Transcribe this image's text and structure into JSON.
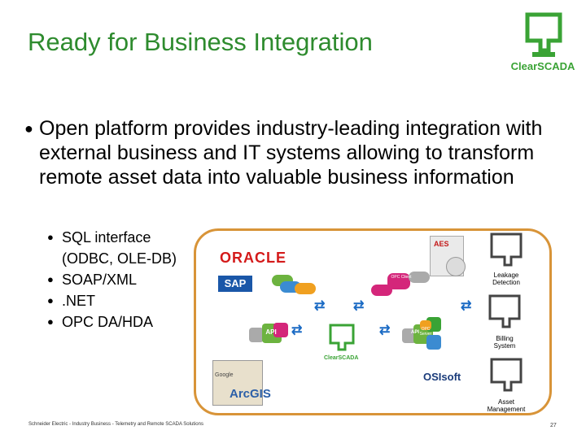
{
  "slide": {
    "title": "Ready for Business Integration",
    "main_bullet": "Open platform provides industry-leading integration with external business and IT systems allowing to transform remote asset data into valuable business information",
    "sub_bullets": [
      "SQL interface (ODBC, OLE-DB)",
      "SOAP/XML",
      ".NET",
      "OPC DA/HDA"
    ],
    "footer": "Schneider Electric - Industry Business - Telemetry and Remote SCADA Solutions",
    "page_number": "27"
  },
  "logo": {
    "text": "ClearSCADA"
  },
  "diagram": {
    "oracle": "ORACLE",
    "sap": "SAP",
    "aes": "AES",
    "clearscada": "ClearSCADA",
    "api_left": "API",
    "api_right": "API",
    "opc_client": "OPC Client",
    "opc_server": "OPC Server",
    "leakage": "Leakage Detection",
    "billing": "Billing System",
    "asset": "Asset Management",
    "osisoft": "OSIsoft",
    "arcgis": "ArcGIS",
    "google": "Google"
  },
  "colors": {
    "title": "#2e8b2e",
    "brand_green": "#3aa335",
    "frame": "#d89438",
    "arrow": "#1a6ac4"
  }
}
